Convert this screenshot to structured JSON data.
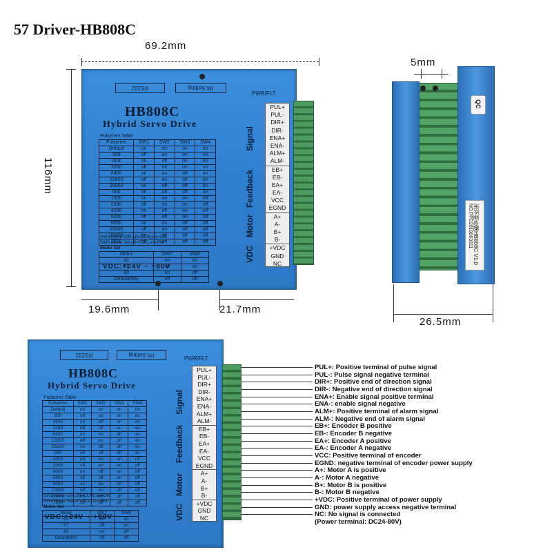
{
  "title": "57 Driver-HB808C",
  "dimensions": {
    "width": "69.2mm",
    "height": "116mm",
    "left_hole": "19.6mm",
    "right_hole": "21.7mm",
    "depth": "26.5mm",
    "gap": "5mm"
  },
  "driver": {
    "rs232": "RS232",
    "pa_setting": "PA Setting",
    "pwr_flt": "PWR/FLT",
    "model": "HB808C",
    "subtitle": "Hybrid Servo Drive",
    "table_title": "Pulse/rev Table",
    "table_header": [
      "Pulse/rev",
      "SW1",
      "SW2",
      "SW3",
      "SW4"
    ],
    "table_rows": [
      [
        "Default",
        "on",
        "on",
        "on",
        "on"
      ],
      [
        "800",
        "off",
        "on",
        "on",
        "on"
      ],
      [
        "1600",
        "on",
        "off",
        "on",
        "on"
      ],
      [
        "3200",
        "off",
        "off",
        "on",
        "on"
      ],
      [
        "6400",
        "on",
        "on",
        "off",
        "on"
      ],
      [
        "12800",
        "off",
        "on",
        "off",
        "on"
      ],
      [
        "25600",
        "on",
        "off",
        "off",
        "on"
      ],
      [
        "500",
        "off",
        "off",
        "off",
        "on"
      ],
      [
        "1000",
        "on",
        "on",
        "on",
        "off"
      ],
      [
        "2000",
        "off",
        "on",
        "on",
        "off"
      ],
      [
        "4000",
        "on",
        "off",
        "on",
        "off"
      ],
      [
        "5000",
        "off",
        "off",
        "on",
        "off"
      ],
      [
        "8000",
        "on",
        "on",
        "off",
        "off"
      ],
      [
        "10000",
        "off",
        "on",
        "off",
        "off"
      ],
      [
        "20000",
        "on",
        "off",
        "off",
        "off"
      ],
      [
        "7200",
        "off",
        "off",
        "off",
        "off"
      ]
    ],
    "sw5": "SW5 Motor DIR,off=CCW,on=CW",
    "sw6": "SW6 Mode Sel,off=FOC,on=PM",
    "motor_sel": "Motor Sel",
    "motor_header": [
      "Motor",
      "SW7",
      "SW8"
    ],
    "motor_rows": [
      [
        "42",
        "on",
        "on"
      ],
      [
        "57",
        "off",
        "on"
      ],
      [
        "60",
        "on",
        "off"
      ],
      [
        "Default(86)",
        "off",
        "off"
      ]
    ],
    "vdc": "VDC:+24V ~ +80V",
    "group_signal": "Signal",
    "group_feedback": "Feedback",
    "group_motor": "Motor",
    "group_vdc": "VDC",
    "pins": [
      "PUL+",
      "PUL-",
      "DIR+",
      "DIR-",
      "ENA+",
      "ENA-",
      "ALM+",
      "ALM-",
      "EB+",
      "EB-",
      "EA+",
      "EA-",
      "VCC",
      "EGND",
      "A+",
      "A-",
      "B+",
      "B-",
      "+VDC",
      "GND",
      "NC"
    ]
  },
  "side_label": {
    "line1": "闭环驱动器HB808C V1.0",
    "line2": "NO.PPD2019063311",
    "badge": "QC"
  },
  "descriptions": [
    "PUL+: Positive terminal of pulse signal",
    "PUL-: Pulse signal negative terminal",
    "DIR+: Positive end of direction signal",
    "DIR-: Negative end of direction signal",
    "ENA+: Enable signal positive terminal",
    "ENA-: enable signal negative",
    "ALM+: Positive terminal of alarm signal",
    "ALM-: Negative end of alarm signal",
    "EB+: Encoder B positive",
    "EB-: Encoder B negative",
    "EA+: Encoder A positive",
    "EA-: Encoder A negative",
    "VCC: Positive terminal of encoder",
    "EGND: negative terminal of encoder power supply",
    "A+: Motor A is positive",
    "A-: Motor A negative",
    "B+: Motor B is positive",
    "B-: Motor B negative",
    "+VDC: Positive terminal of power supply",
    "GND: power supply access negative terminal",
    "NC: No signal is connected",
    "(Power terminal: DC24-80V)"
  ]
}
